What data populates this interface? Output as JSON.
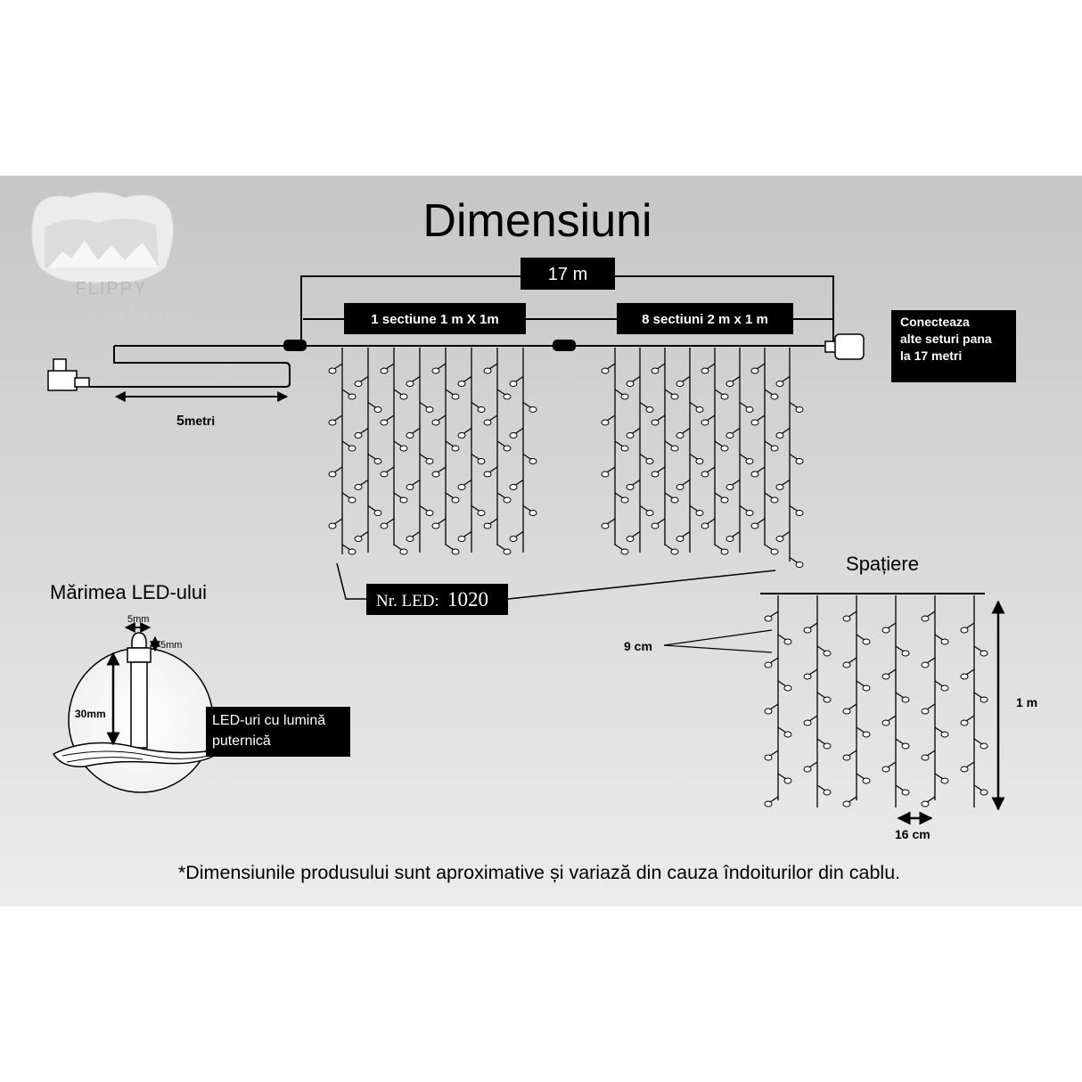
{
  "title": "Dimensiuni",
  "logo": {
    "brand_top": "FLIPPY",
    "brand_bottom": "christmas"
  },
  "total_length": "17 m",
  "section1": "1 sectiune 1 m X 1m",
  "section2": "8 sectiuni 2 m x 1 m",
  "connect_note": [
    "Conecteaza",
    "alte seturi pana",
    "la 17 metri"
  ],
  "lead_cable": {
    "number": "5",
    "unit": "metri"
  },
  "led_count": {
    "label": "Nr. LED:",
    "value": "1020"
  },
  "spacing": {
    "title": "Spațiere",
    "vertical": "9 cm",
    "height": "1 m",
    "horizontal": "16 cm"
  },
  "led_size": {
    "title": "Mărimea LED-ului",
    "width": "5mm",
    "cap": "5mm",
    "height": "30mm",
    "note": [
      "LED-uri cu lumină",
      "puternică"
    ]
  },
  "disclaimer": "*Dimensiunile produsului sunt aproximative și variază din cauza îndoiturilor din cablu.",
  "colors": {
    "panel_top": "#c6c6c6",
    "panel_bottom": "#ececec",
    "label_box": "#000000",
    "label_text": "#ffffff"
  }
}
